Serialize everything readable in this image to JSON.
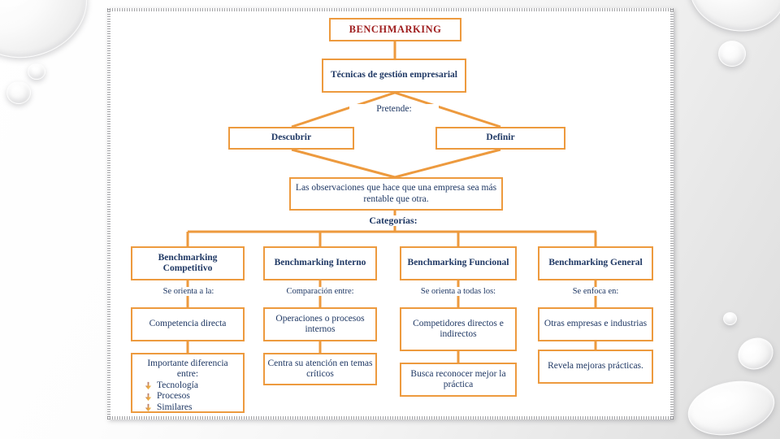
{
  "slide": {
    "background_style": "white-to-gray gradient with water droplets",
    "accent_color": "#ED9A3E",
    "text_color": "#1F3864",
    "title_color": "#A02020"
  },
  "diagram": {
    "title": "BENCHMARKING",
    "subtitle": "Técnicas de gestión empresarial",
    "pretende_label": "Pretende:",
    "branches": [
      {
        "label": "Descubrir"
      },
      {
        "label": "Definir"
      }
    ],
    "observation": "Las observaciones que hace que una empresa sea más rentable que otra.",
    "categories_label": "Categorías:",
    "columns": [
      {
        "head": "Benchmarking Competitivo",
        "caption": "Se orienta a la:",
        "sub": "Competencia directa",
        "leaf_heading": "Importante diferencia entre:",
        "leaf_bullets": [
          "Tecnología",
          "Procesos",
          "Similares"
        ]
      },
      {
        "head": "Benchmarking Interno",
        "caption": "Comparación entre:",
        "sub": "Operaciones o procesos internos",
        "leaf": "Centra su atención en temas críticos"
      },
      {
        "head": "Benchmarking Funcional",
        "caption": "Se orienta a todas los:",
        "sub": "Competidores directos e indirectos",
        "leaf": "Busca reconocer mejor la práctica"
      },
      {
        "head": "Benchmarking General",
        "caption": "Se enfoca en:",
        "sub": "Otras empresas e industrias",
        "leaf": "Revela mejoras prácticas."
      }
    ]
  }
}
